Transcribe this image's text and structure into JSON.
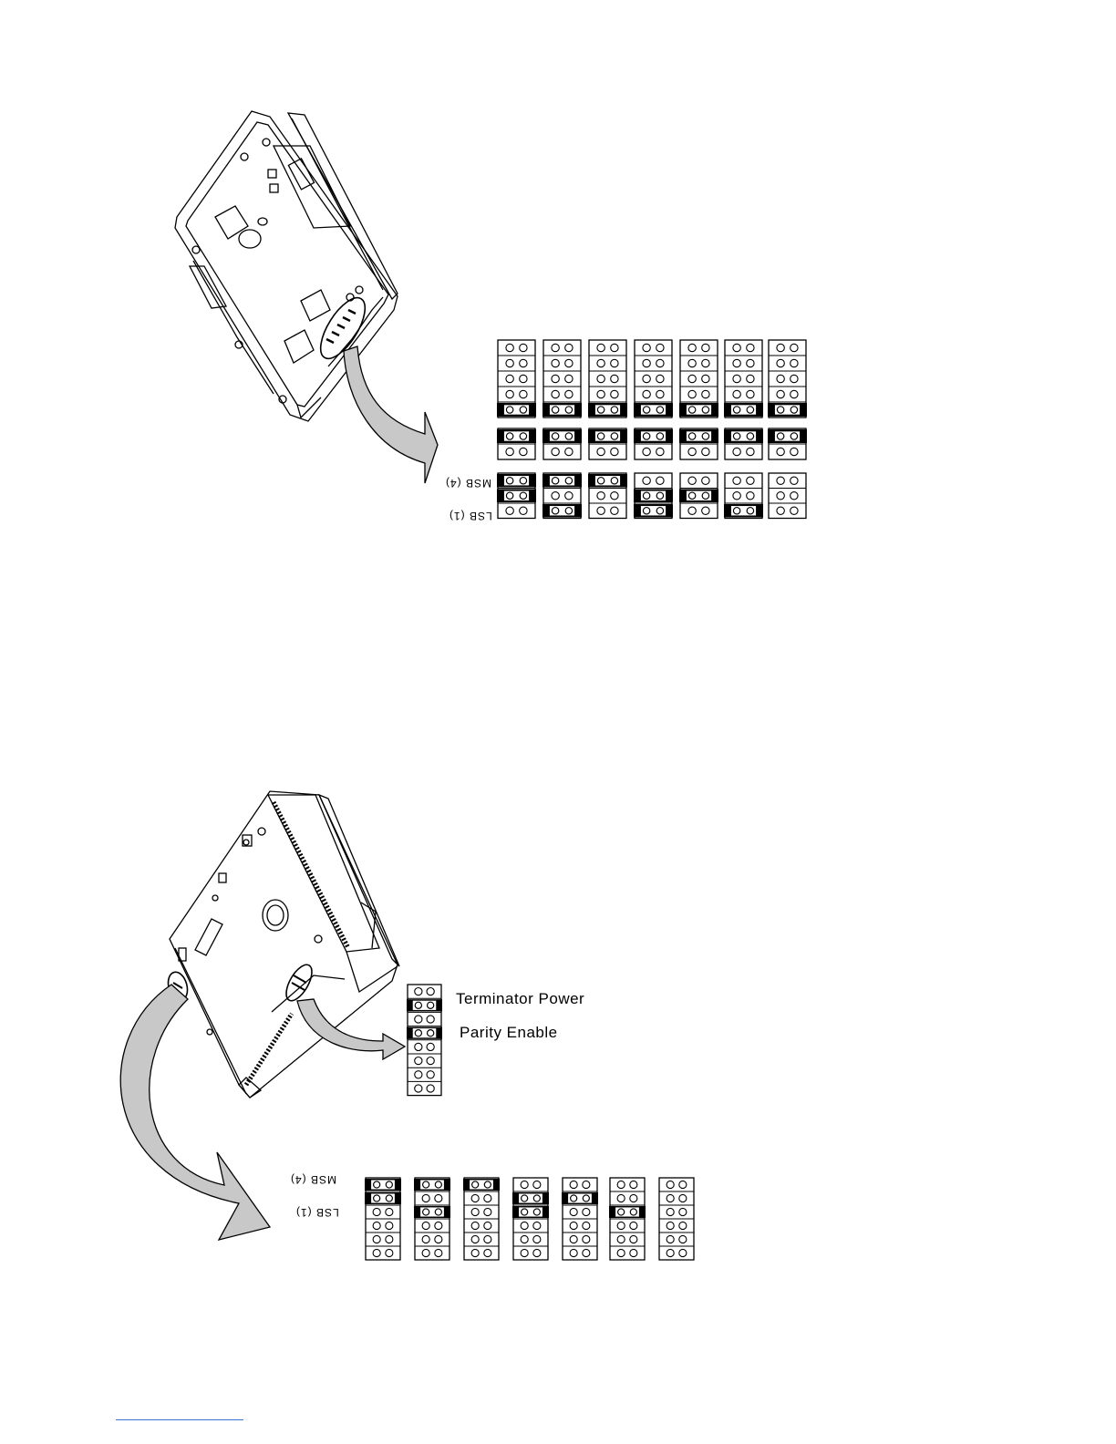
{
  "figure1": {
    "msb_label": "MSB (4)",
    "lsb_label": "LSB (1)",
    "upper_columns": [
      {
        "rows": [
          0,
          0,
          0,
          0,
          1
        ]
      },
      {
        "rows": [
          0,
          0,
          0,
          0,
          1
        ]
      },
      {
        "rows": [
          0,
          0,
          0,
          0,
          1
        ]
      },
      {
        "rows": [
          0,
          0,
          0,
          0,
          1
        ]
      },
      {
        "rows": [
          0,
          0,
          0,
          0,
          1
        ]
      },
      {
        "rows": [
          0,
          0,
          0,
          0,
          1
        ]
      },
      {
        "rows": [
          0,
          0,
          0,
          0,
          1
        ]
      }
    ],
    "middle_columns": [
      {
        "rows": [
          1,
          0
        ]
      },
      {
        "rows": [
          1,
          0
        ]
      },
      {
        "rows": [
          1,
          0
        ]
      },
      {
        "rows": [
          1,
          0
        ]
      },
      {
        "rows": [
          1,
          0
        ]
      },
      {
        "rows": [
          1,
          0
        ]
      },
      {
        "rows": [
          1,
          0
        ]
      }
    ],
    "lower_columns": [
      {
        "rows": [
          1,
          1,
          0
        ]
      },
      {
        "rows": [
          1,
          0,
          1
        ]
      },
      {
        "rows": [
          1,
          0,
          0
        ]
      },
      {
        "rows": [
          0,
          1,
          1
        ]
      },
      {
        "rows": [
          0,
          1,
          0
        ]
      },
      {
        "rows": [
          0,
          0,
          1
        ]
      },
      {
        "rows": [
          0,
          0,
          0
        ]
      }
    ]
  },
  "figure2": {
    "terminator_power_label": "Terminator Power",
    "parity_enable_label": "Parity Enable",
    "option_block": {
      "rows": [
        0,
        1,
        0,
        1,
        0,
        0,
        0,
        0
      ]
    },
    "msb_label": "MSB (4)",
    "lsb_label": "LSB (1)",
    "columns": [
      {
        "rows": [
          1,
          1,
          0,
          0,
          0,
          0
        ]
      },
      {
        "rows": [
          1,
          0,
          1,
          0,
          0,
          0
        ]
      },
      {
        "rows": [
          1,
          0,
          0,
          0,
          0,
          0
        ]
      },
      {
        "rows": [
          0,
          1,
          1,
          0,
          0,
          0
        ]
      },
      {
        "rows": [
          0,
          1,
          0,
          0,
          0,
          0
        ]
      },
      {
        "rows": [
          0,
          0,
          1,
          0,
          0,
          0
        ]
      },
      {
        "rows": [
          0,
          0,
          0,
          0,
          0,
          0
        ]
      }
    ]
  },
  "colors": {
    "line": "#000000",
    "arrow_fill": "#c8c8c8",
    "jumper_fill": "#000000",
    "footer_rule": "#3b6fd1"
  }
}
